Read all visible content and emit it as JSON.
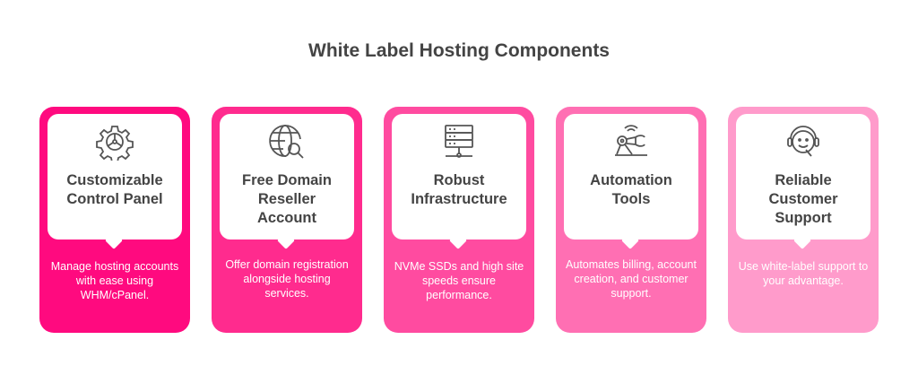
{
  "title": "White Label Hosting Components",
  "cards": [
    {
      "title": "Customizable Control Panel",
      "description": "Manage hosting accounts with ease using WHM/cPanel.",
      "icon": "gear-icon",
      "color": "#FF0A7F"
    },
    {
      "title": "Free Domain Reseller Account",
      "description": "Offer domain registration alongside hosting services.",
      "icon": "globe-search-icon",
      "color": "#FF2B8E"
    },
    {
      "title": "Robust Infrastructure",
      "description": "NVMe SSDs and high site speeds ensure performance.",
      "icon": "server-icon",
      "color": "#FF4BA0"
    },
    {
      "title": "Automation Tools",
      "description": "Automates billing, account creation, and customer support.",
      "icon": "robotic-arm-icon",
      "color": "#FF6FB3"
    },
    {
      "title": "Reliable Customer Support",
      "description": "Use white-label support to your advantage.",
      "icon": "headset-icon",
      "color": "#FF9BCB"
    }
  ]
}
